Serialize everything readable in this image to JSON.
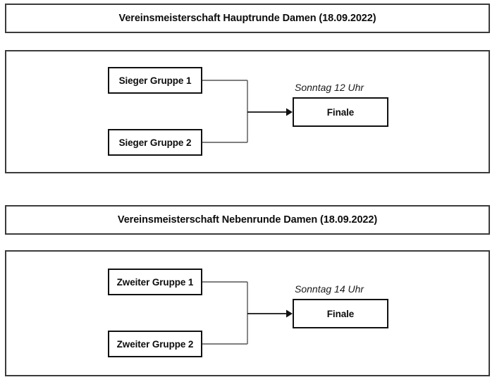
{
  "document": {
    "background_color": "#ffffff",
    "border_color": "#3b3b3b",
    "box_border_color": "#111111",
    "text_color": "#0d0d0d"
  },
  "sections": [
    {
      "id": "hauptrunde",
      "title": "Vereinsmeisterschaft Hauptrunde Damen (18.09.2022)",
      "seeds": [
        {
          "label": "Sieger Gruppe 1"
        },
        {
          "label": "Sieger Gruppe 2"
        }
      ],
      "final": {
        "time_caption": "Sonntag 12 Uhr",
        "label": "Finale"
      }
    },
    {
      "id": "nebenrunde",
      "title": "Vereinsmeisterschaft Nebenrunde Damen (18.09.2022)",
      "seeds": [
        {
          "label": "Zweiter Gruppe 1"
        },
        {
          "label": "Zweiter Gruppe 2"
        }
      ],
      "final": {
        "time_caption": "Sonntag 14 Uhr",
        "label": "Finale"
      }
    }
  ]
}
